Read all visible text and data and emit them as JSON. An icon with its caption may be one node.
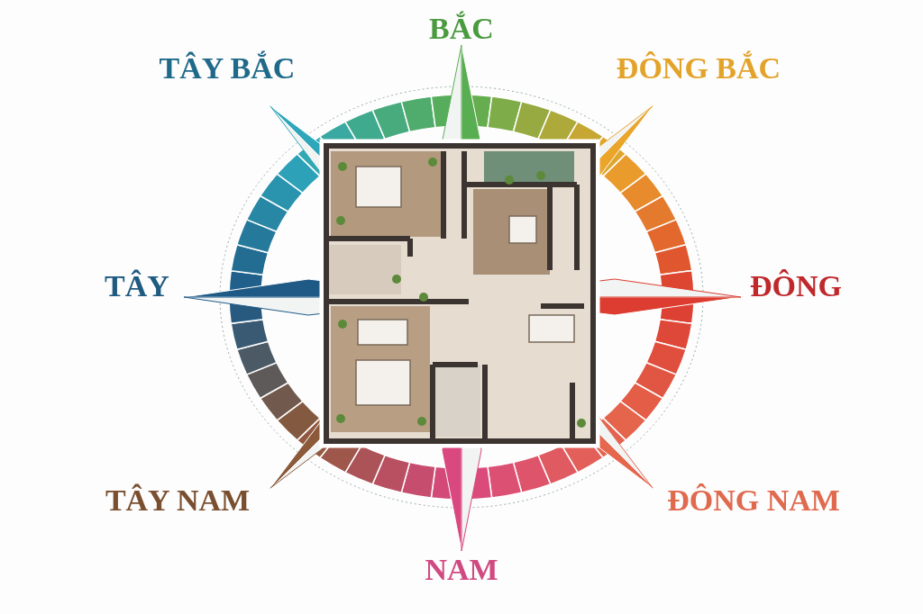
{
  "diagram": {
    "labels": [
      "BẮC",
      "TÂY BẮC",
      "ĐÔNG BẮC",
      "TÂY",
      "ĐÔNG",
      "TÂY NAM",
      "ĐÔNG NAM",
      "NAM"
    ]
  }
}
